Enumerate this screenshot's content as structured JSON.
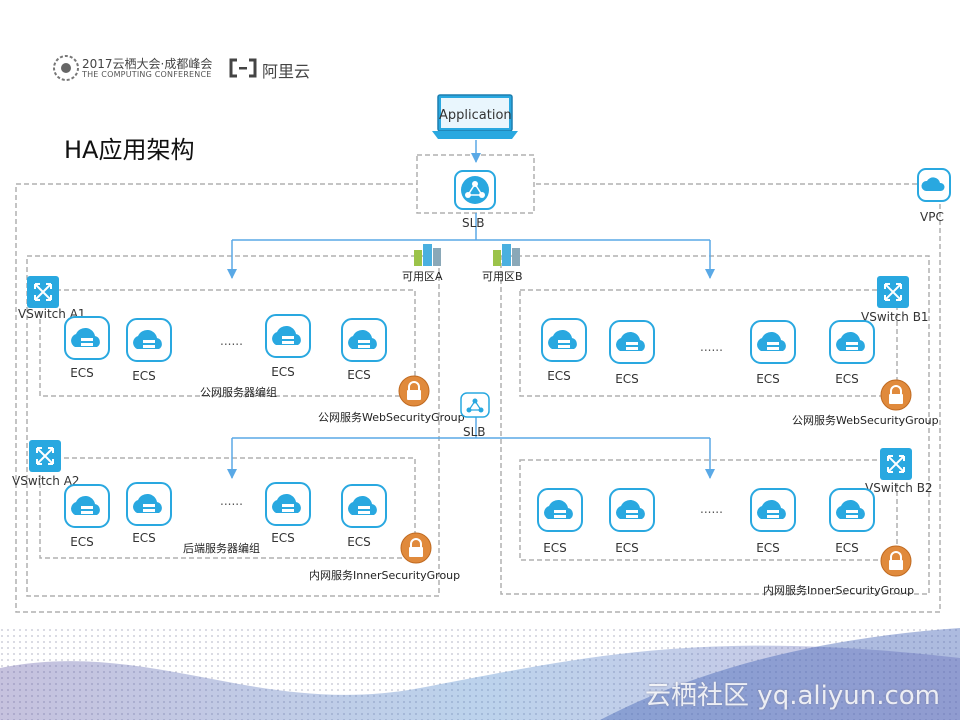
{
  "header": {
    "conference_line1": "2017云栖大会·成都峰会",
    "conference_line2": "THE COMPUTING CONFERENCE",
    "brand": "阿里云"
  },
  "title": "HA应用架构",
  "application_label": "Application",
  "slb_top_label": "SLB",
  "slb_mid_label": "SLB",
  "vpc_label": "VPC",
  "zone_a_label": "可用区A",
  "zone_b_label": "可用区B",
  "vswitch_a1": "VSwitch A1",
  "vswitch_a2": "VSwitch A2",
  "vswitch_b1": "VSwitch B1",
  "vswitch_b2": "VSwitch B2",
  "ecs_label": "ECS",
  "ellipsis": "......",
  "public_group_label": "公网服务器编组",
  "backend_group_label": "后端服务器编组",
  "web_sg_label": "公网服务WebSecurityGroup",
  "inner_sg_label": "内网服务InnerSecurityGroup",
  "watermark": "云栖社区 yq.aliyun.com",
  "colors": {
    "accent": "#29a8e0",
    "lock": "#e08a3c",
    "border": "#b0b0b0"
  }
}
